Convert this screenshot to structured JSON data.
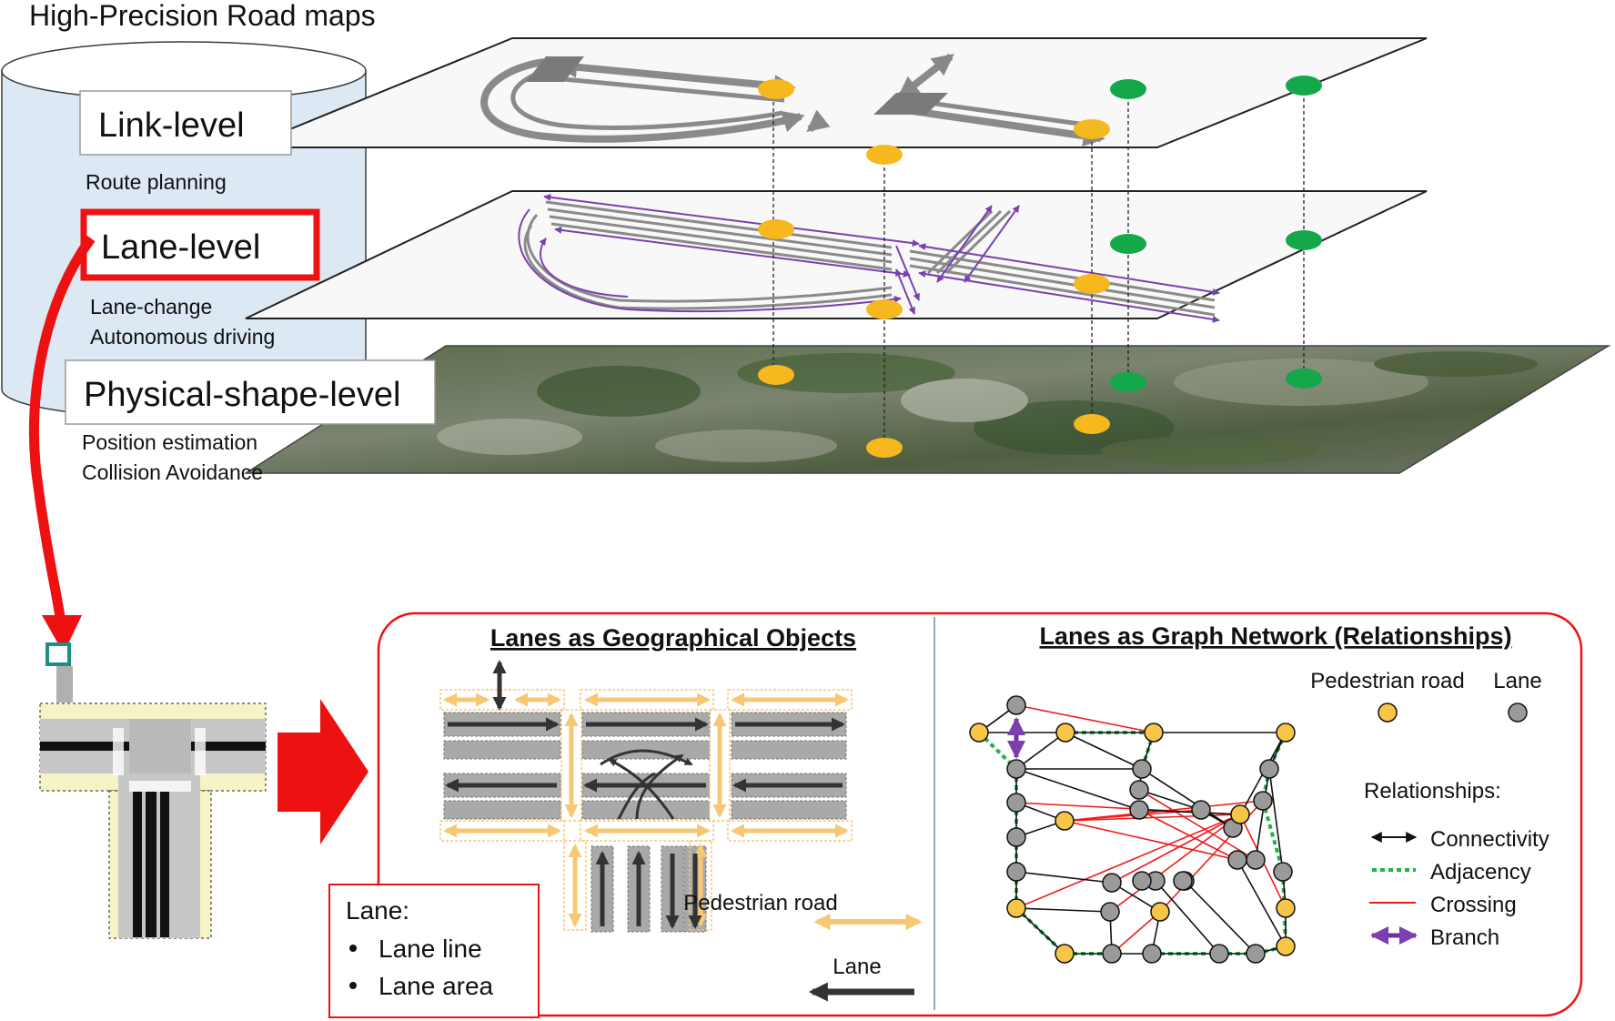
{
  "title": "High-Precision Road maps",
  "levels": [
    {
      "label": "Link-level",
      "uses": [
        "Route planning"
      ]
    },
    {
      "label": "Lane-level",
      "uses": [
        "Lane-change",
        "Autonomous driving"
      ]
    },
    {
      "label": "Physical-shape-level",
      "uses": [
        "Position estimation",
        "Collision Avoidance"
      ]
    }
  ],
  "geo_panel": {
    "heading": "Lanes as Geographical Objects",
    "pedestrian_label": "Pedestrian road",
    "lane_label": "Lane",
    "box_title": "Lane:",
    "box_items": [
      "Lane line",
      "Lane area"
    ]
  },
  "graph_panel": {
    "heading": "Lanes as Graph Network (Relationships)",
    "node_legend": [
      "Pedestrian road",
      "Lane"
    ],
    "relationships_title": "Relationships:",
    "relationships": [
      {
        "label": "Connectivity",
        "color": "#111111"
      },
      {
        "label": "Adjacency",
        "color": "#22b14c"
      },
      {
        "label": "Crossing",
        "color": "#ee1c1c"
      },
      {
        "label": "Branch",
        "color": "#7030a0"
      }
    ]
  },
  "colors": {
    "highlight_red": "#ee1111",
    "pedestrian_node": "#f7c548",
    "lane_node": "#9a9a9a",
    "marker_yellow": "#f6b81f",
    "marker_green": "#14a84a",
    "lane_purple": "#7b3fb0",
    "cylinder_fill": "#dce8f4"
  }
}
